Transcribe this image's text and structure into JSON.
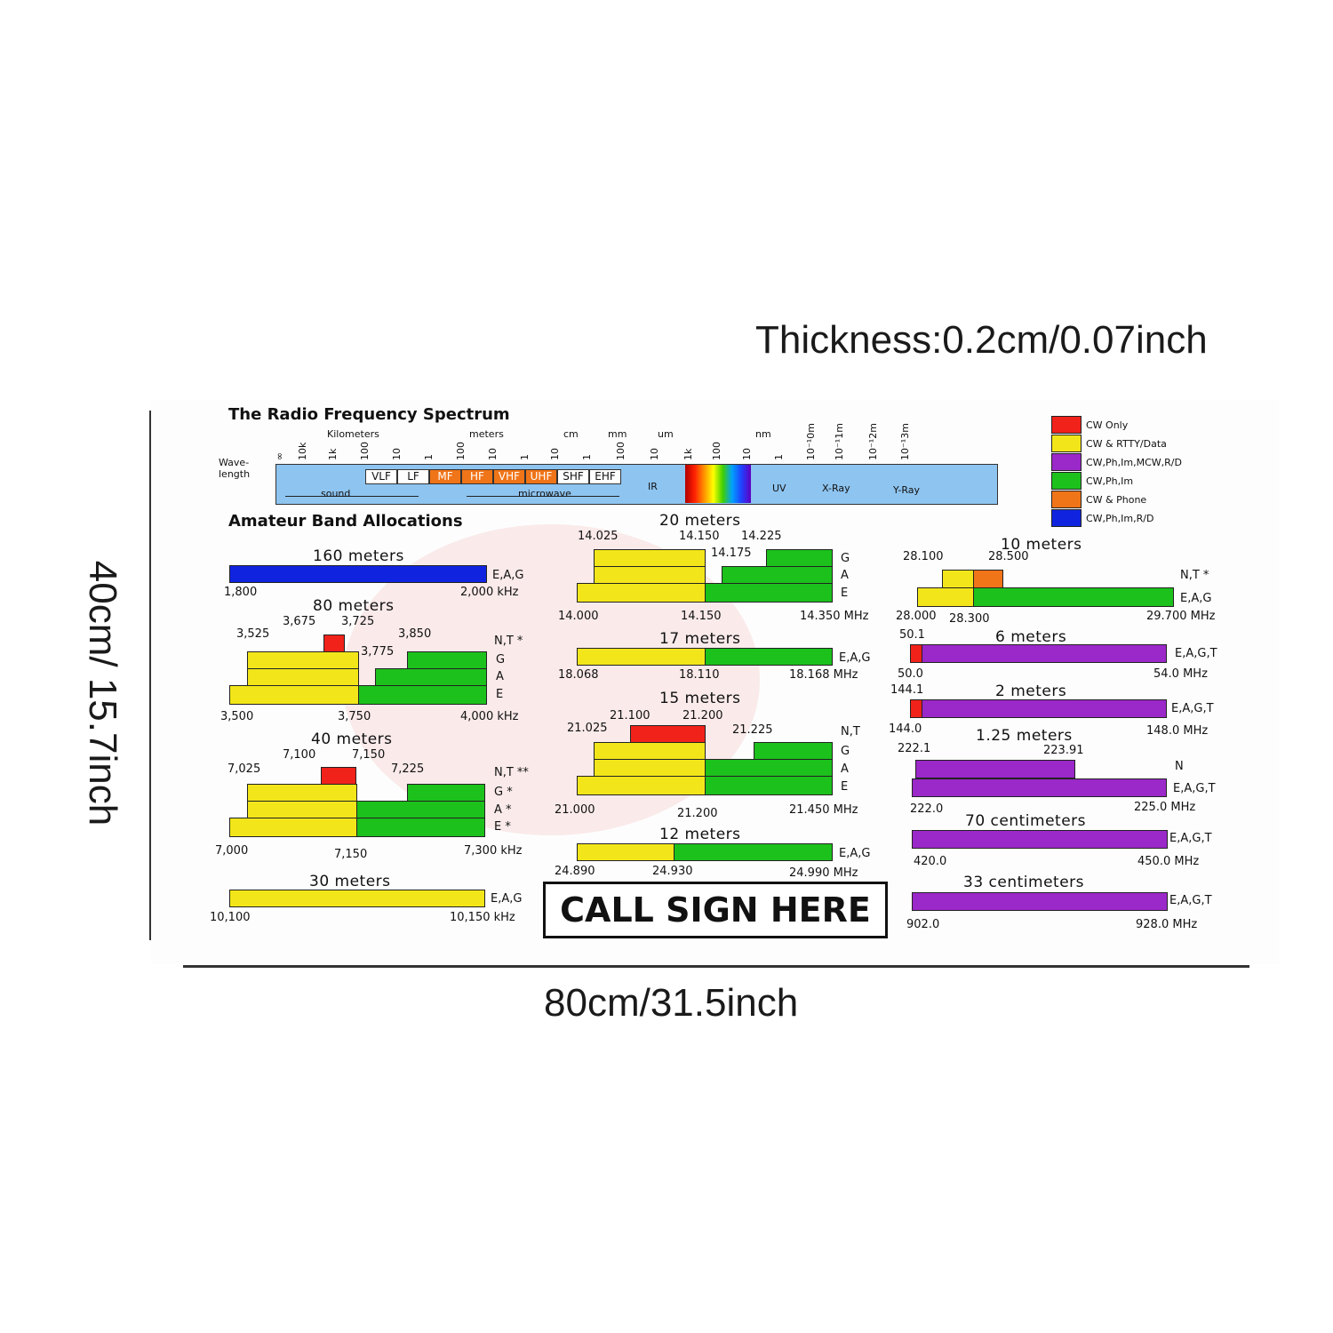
{
  "dimensions": {
    "thickness": "Thickness:0.2cm/0.07inch",
    "height": "40cm/ 15.7inch",
    "width": "80cm/31.5inch"
  },
  "spectrum": {
    "title": "The Radio Frequency Spectrum",
    "wavelength_label": "Wave-length",
    "unit_labels": [
      "Kilometers",
      "meters",
      "cm",
      "mm",
      "um",
      "nm"
    ],
    "ticks": [
      "∞",
      "10k",
      "1k",
      "100",
      "10",
      "1",
      "100",
      "10",
      "1",
      "10",
      "1",
      "100",
      "10",
      "1k",
      "100",
      "10",
      "1",
      "10⁻¹0m",
      "10⁻¹1m",
      "10⁻¹2m",
      "10⁻¹3m"
    ],
    "bands": [
      "VLF",
      "LF",
      "MF",
      "HF",
      "VHF",
      "UHF",
      "SHF",
      "EHF"
    ],
    "regions": [
      "IR",
      "UV",
      "X-Ray",
      "Y-Ray"
    ],
    "sound_label": "sound",
    "microwave_label": "microwave"
  },
  "legend": [
    {
      "label": "CW Only",
      "color": "#f0221a"
    },
    {
      "label": "CW & RTTY/Data",
      "color": "#f2e61a"
    },
    {
      "label": "CW,Ph,Im,MCW,R/D",
      "color": "#9b28c8"
    },
    {
      "label": "CW,Ph,Im",
      "color": "#1cc11c"
    },
    {
      "label": "CW & Phone",
      "color": "#f07418"
    },
    {
      "label": "CW,Ph,Im,R/D",
      "color": "#1024e0"
    }
  ],
  "allocations_title": "Amateur Band Allocations",
  "bands": {
    "b160": {
      "title": "160 meters",
      "lo": "1,800",
      "hi": "2,000 kHz",
      "cls": "E,A,G"
    },
    "b80": {
      "title": "80 meters",
      "f1": "3,675",
      "f2": "3,725",
      "f3": "3,525",
      "f4": "3,850",
      "f5": "3,775",
      "lo": "3,500",
      "mid": "3,750",
      "hi": "4,000 kHz",
      "c1": "N,T *",
      "c2": "G",
      "c3": "A",
      "c4": "E"
    },
    "b40": {
      "title": "40 meters",
      "f1": "7,100",
      "f2": "7,150",
      "f3": "7,025",
      "f4": "7,225",
      "lo": "7,000",
      "mid": "7,150",
      "hi": "7,300 kHz",
      "c1": "N,T **",
      "c2": "G *",
      "c3": "A *",
      "c4": "E *"
    },
    "b30": {
      "title": "30 meters",
      "lo": "10,100",
      "hi": "10,150 kHz",
      "cls": "E,A,G"
    },
    "b20": {
      "title": "20 meters",
      "f1": "14.025",
      "f2": "14.150",
      "f3": "14.225",
      "f4": "14.175",
      "lo": "14.000",
      "mid": "14.150",
      "hi": "14.350 MHz",
      "c1": "G",
      "c2": "A",
      "c3": "E"
    },
    "b17": {
      "title": "17 meters",
      "lo": "18.068",
      "mid": "18.110",
      "hi": "18.168 MHz",
      "cls": "E,A,G"
    },
    "b15": {
      "title": "15 meters",
      "f1": "21.100",
      "f2": "21.200",
      "f3": "21.025",
      "f4": "21.225",
      "lo": "21.000",
      "mid": "21.200",
      "hi": "21.450 MHz",
      "c1": "N,T",
      "c2": "G",
      "c3": "A",
      "c4": "E"
    },
    "b12": {
      "title": "12 meters",
      "lo": "24.890",
      "mid": "24.930",
      "hi": "24.990 MHz",
      "cls": "E,A,G"
    },
    "b10": {
      "title": "10 meters",
      "f1": "28.100",
      "f2": "28.500",
      "lo": "28.000",
      "mid": "28.300",
      "hi": "29.700 MHz",
      "c1": "N,T *",
      "c2": "E,A,G"
    },
    "b6": {
      "title": "6 meters",
      "f1": "50.1",
      "lo": "50.0",
      "hi": "54.0 MHz",
      "cls": "E,A,G,T"
    },
    "b2": {
      "title": "2 meters",
      "f1": "144.1",
      "lo": "144.0",
      "hi": "148.0 MHz",
      "cls": "E,A,G,T"
    },
    "b125": {
      "title": "1.25 meters",
      "f1": "222.1",
      "f2": "223.91",
      "lo": "222.0",
      "hi": "225.0 MHz",
      "c1": "N",
      "c2": "E,A,G,T"
    },
    "b70": {
      "title": "70 centimeters",
      "lo": "420.0",
      "hi": "450.0 MHz",
      "cls": "E,A,G,T"
    },
    "b33": {
      "title": "33 centimeters",
      "lo": "902.0",
      "hi": "928.0 MHz",
      "cls": "E,A,G,T"
    }
  },
  "callsign": "CALL SIGN HERE"
}
